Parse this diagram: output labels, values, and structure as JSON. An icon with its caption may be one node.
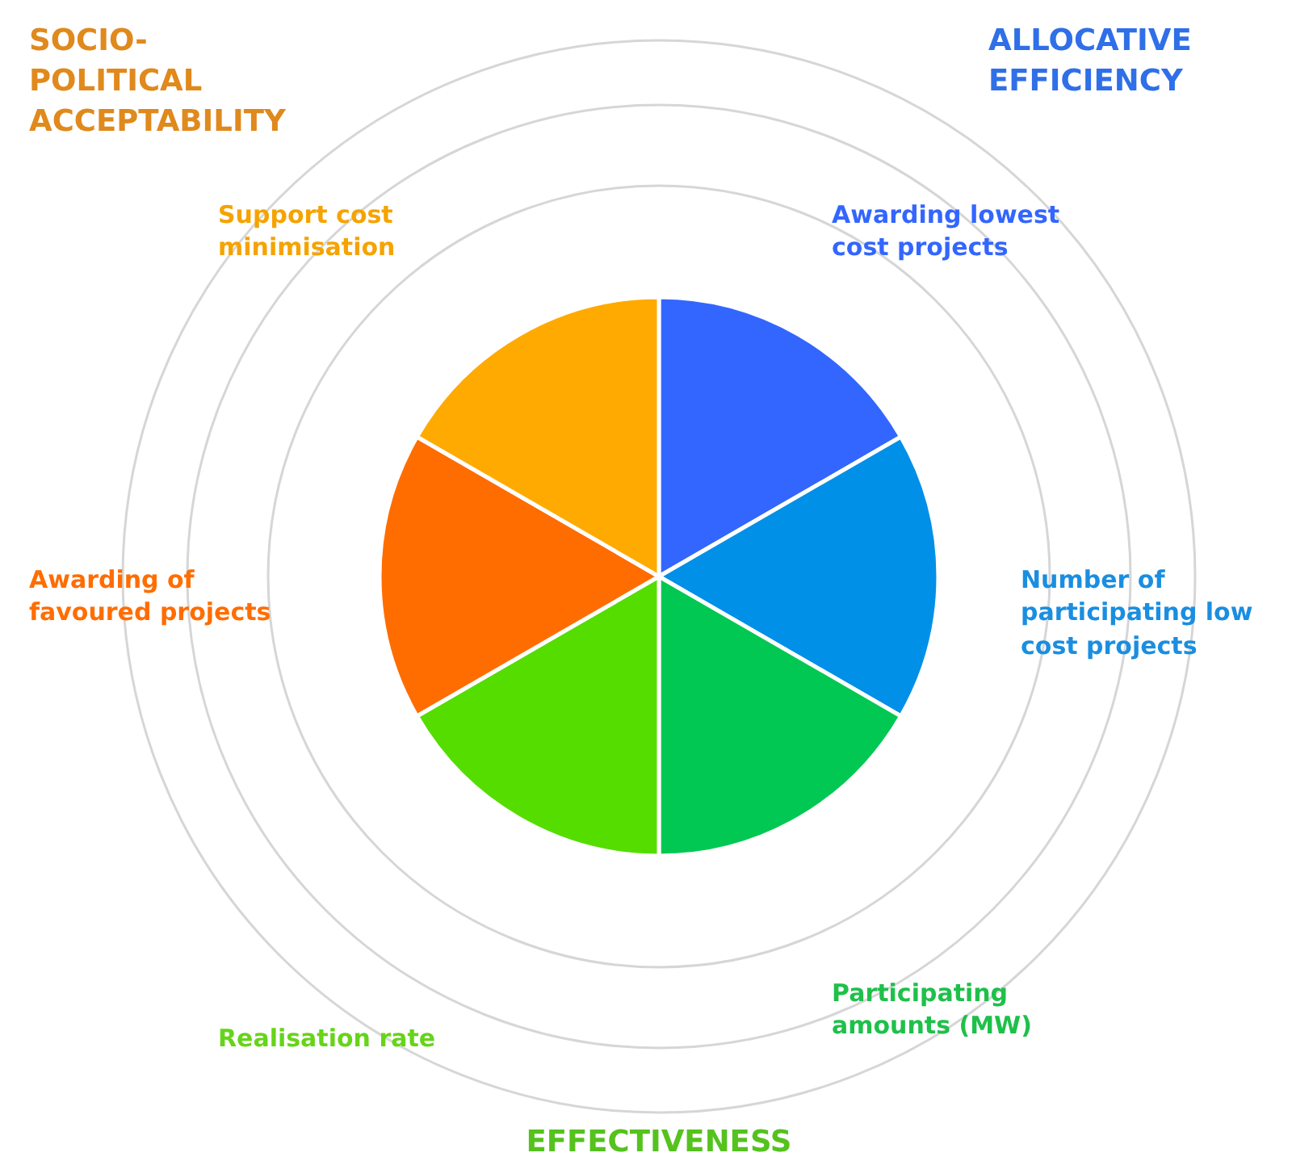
{
  "diagram": {
    "labels": [
      "SOCIO-POLITICAL ACCEPTABILITY",
      "ALLOCATIVE EFFICIENCY",
      "Support cost minimisation",
      "Awarding lowest cost projects",
      "Awarding of favoured projects",
      "Number of participating low cost projects",
      "Realisation rate",
      "Participating amounts (MW)",
      "EFFECTIVENESS"
    ]
  }
}
